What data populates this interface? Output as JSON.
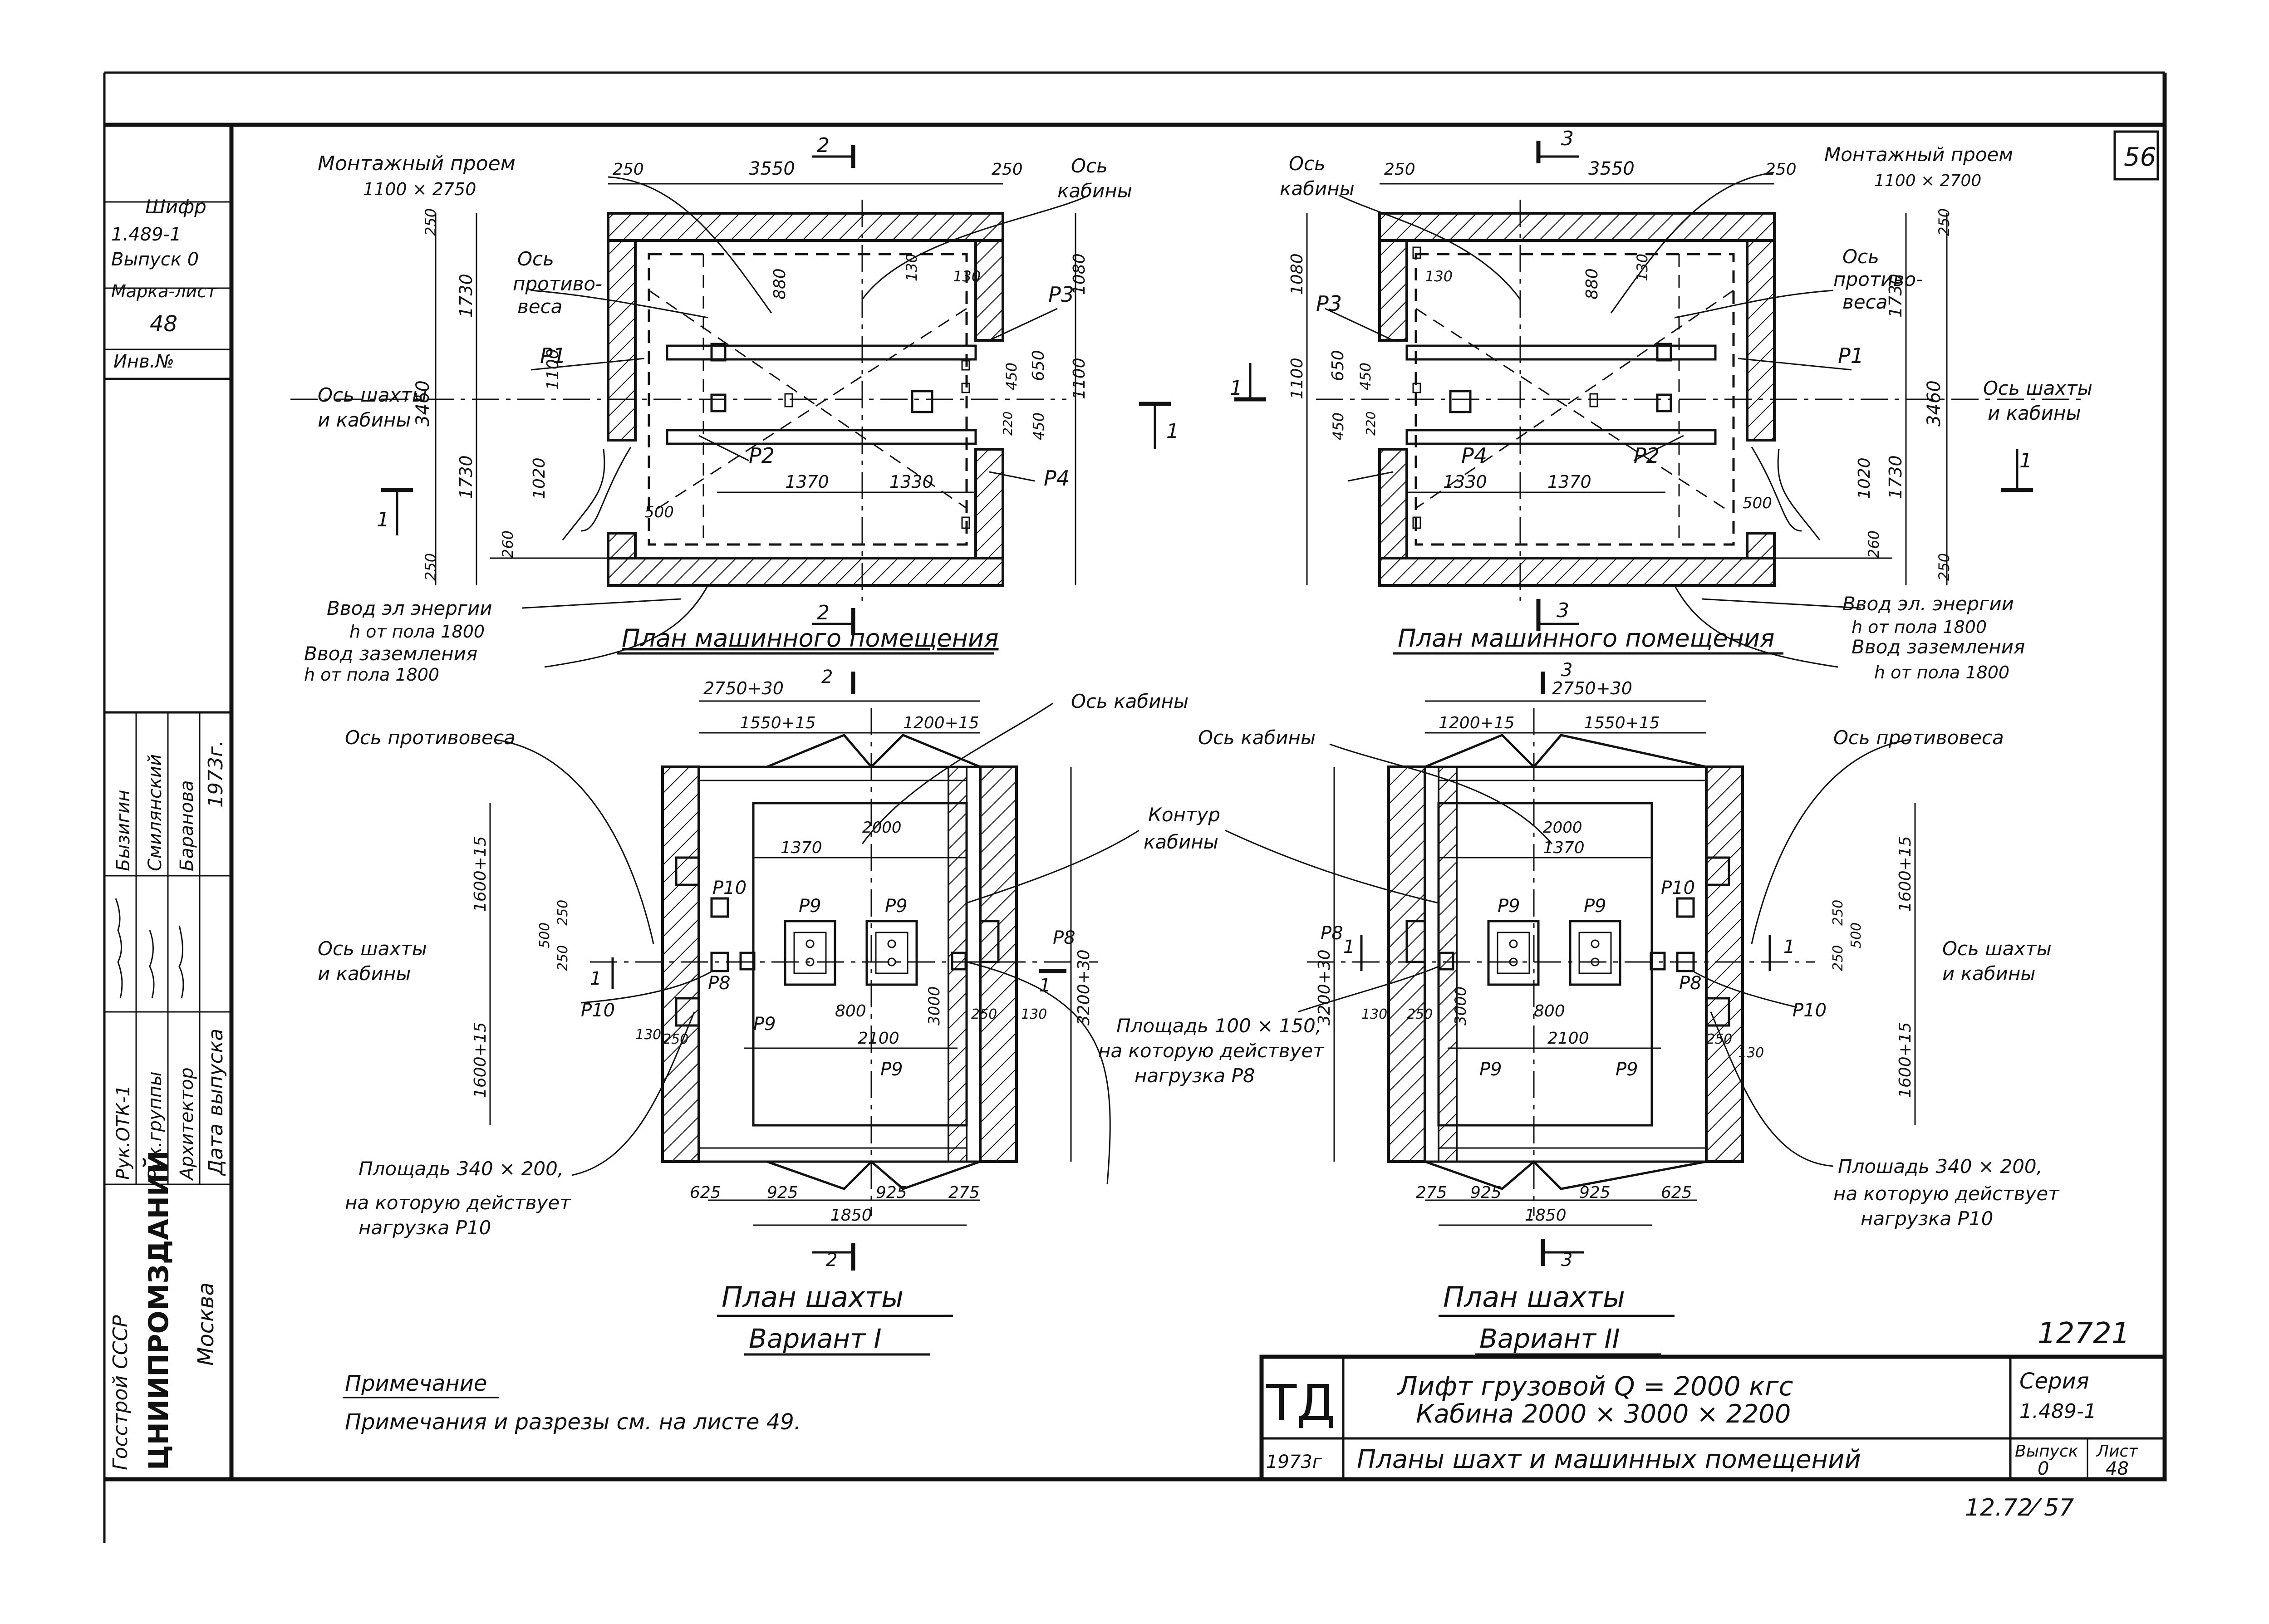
{
  "sheet": {
    "page_number": "56",
    "drawing_number": "12721",
    "bottom_number": "12.72⁄ 57"
  },
  "left_stamp": {
    "shifr_label": "Шифр",
    "shifr_value": "1.489-1",
    "vypusk": "Выпуск 0",
    "marka_list_label": "Марка-лист",
    "marka_list_value": "48",
    "inv_label": "Инв.№",
    "roles": [
      "Рук.ОТК-1",
      "Рук.группы",
      "Архитектор"
    ],
    "names": [
      "Бызигин",
      "Смилянский",
      "Баранова"
    ],
    "date_label": "Дата",
    "release_label": "выпуска",
    "year": "1973г.",
    "org_line1": "Госстрой СССР",
    "org_line2": "ЦНИИПРОМЗДАНИЙ",
    "org_line3": "Москва"
  },
  "labels": {
    "montage_opening_1": "Монтажный проем",
    "montage_size_1": "1100 × 2750",
    "montage_opening_2": "Монтажный проем",
    "montage_size_2": "1100 × 2700",
    "cabin_axis_a": "Ось",
    "cabin_axis_b": "кабины",
    "cw_axis_a": "Ось",
    "cw_axis_b": "противо-",
    "cw_axis_c": "веса",
    "shaft_axis_a": "Ось шахты",
    "shaft_axis_b": "и кабины",
    "power_input": "Ввод эл энергии",
    "power_input_2": "Ввод эл. энергии",
    "power_height": "h от пола 1800",
    "ground_input": "Ввод заземления",
    "ground_height": "h от пола 1800",
    "machine_room_plan": "План машинного помещения",
    "cw_axis_full": "Ось противовеса",
    "cabin_axis_full": "Ось кабины",
    "cabin_contour_a": "Контур",
    "cabin_contour_b": "кабины",
    "area_p8_a": "Площадь 100 × 150,",
    "area_p8_b": "на которую действует",
    "area_p8_c": "нагрузка P8",
    "area_p10_a": "Площадь 340 × 200,",
    "area_p10_a2": "Плошадь 340 × 200,",
    "area_p10_b": "на которую действует",
    "area_p10_c": "нагрузка P10",
    "shaft_plan": "План   шахты",
    "variant_1": "Вариант I",
    "variant_2": "Вариант II",
    "note_title": "Примечание",
    "note_text": "Примечания  и  разрезы  см. на  листе 49."
  },
  "loads": {
    "p1": "P1",
    "p2": "P2",
    "p3": "P3",
    "p4": "P4",
    "p8": "P8",
    "p9": "P9",
    "p10": "P10"
  },
  "dims": {
    "d250": "250",
    "d3550": "3550",
    "d3460": "3460",
    "d1730": "1730",
    "d1080": "1080",
    "d880": "880",
    "d130": "130",
    "d1100": "1100",
    "d650": "650",
    "d450": "450",
    "d220": "220",
    "d1020": "1020",
    "d260": "260",
    "d500": "500",
    "d1370": "1370",
    "d1330": "1330",
    "d2750": "2750+30",
    "d1550": "1550+15",
    "d1200": "1200+15",
    "d2000": "2000",
    "d1600": "1600+15",
    "d3200": "3200+30",
    "d800": "800",
    "d3000": "3000",
    "d2100": "2100",
    "d625": "625",
    "d925": "925",
    "d275": "275",
    "d1850": "1850"
  },
  "section_marks": {
    "s1": "1",
    "s2": "2",
    "s3": "3"
  },
  "title_block": {
    "td": "ТД",
    "title_line1": "Лифт   грузовой   Q = 2000 кгс",
    "title_line2": "Кабина  2000 × 3000 × 2200",
    "year": "1973г",
    "subtitle": "Планы  шахт  и  машинных  помещений",
    "series_label": "Серия",
    "series_value": "1.489-1",
    "vypusk_label": "Выпуск",
    "vypusk_value": "0",
    "list_label": "Лист",
    "list_value": "48"
  }
}
